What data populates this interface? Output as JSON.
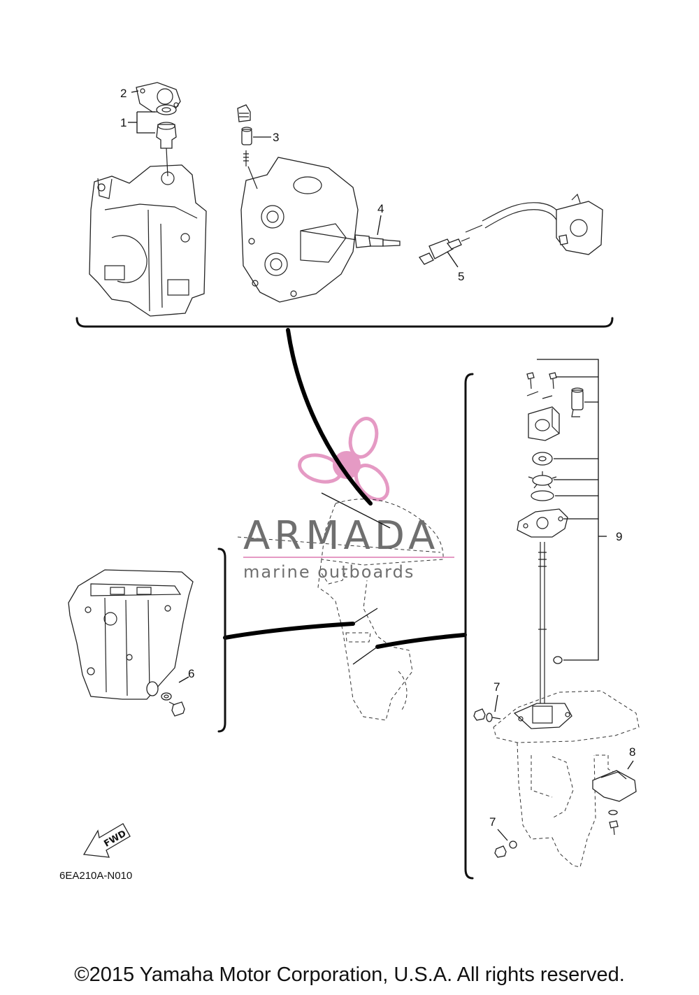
{
  "diagram": {
    "callouts": [
      "1",
      "2",
      "3",
      "4",
      "5",
      "6",
      "7",
      "7",
      "8",
      "9"
    ],
    "figure_code": "6EA210A-N010",
    "fwd_label": "FWD"
  },
  "watermark": {
    "name": "ARMADA",
    "tagline": "marine outboards",
    "accent_color": "#e59ac4",
    "text_color": "#6f6f6f"
  },
  "footer": {
    "copyright": "©2015 Yamaha Motor Corporation, U.S.A. All rights reserved."
  }
}
